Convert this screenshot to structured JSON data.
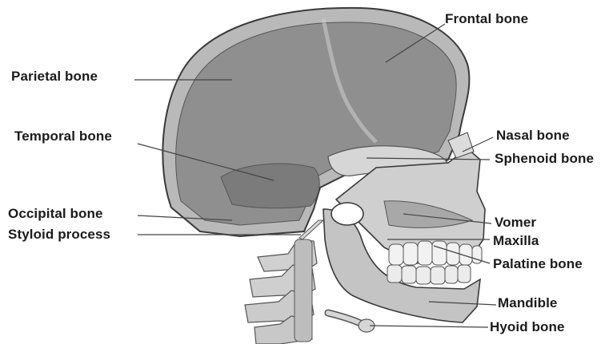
{
  "diagram": {
    "labels": {
      "frontal": "Frontal bone",
      "parietal": "Parietal bone",
      "temporal": "Temporal bone",
      "occipital": "Occipital bone",
      "styloid": "Styloid process",
      "nasal": "Nasal bone",
      "sphenoid": "Sphenoid bone",
      "vomer": "Vomer",
      "maxilla": "Maxilla",
      "palatine": "Palatine bone",
      "mandible": "Mandible",
      "hyoid": "Hyoid bone"
    },
    "colors": {
      "cranium_inner": "#8f8f8f",
      "cranium_shell": "#b9b9b9",
      "bone_light": "#d9d9d9",
      "bone_mid": "#a8a8a8",
      "outline": "#3a3a3a",
      "label_text": "#1b1b1b",
      "leader_line": "#444444"
    }
  }
}
